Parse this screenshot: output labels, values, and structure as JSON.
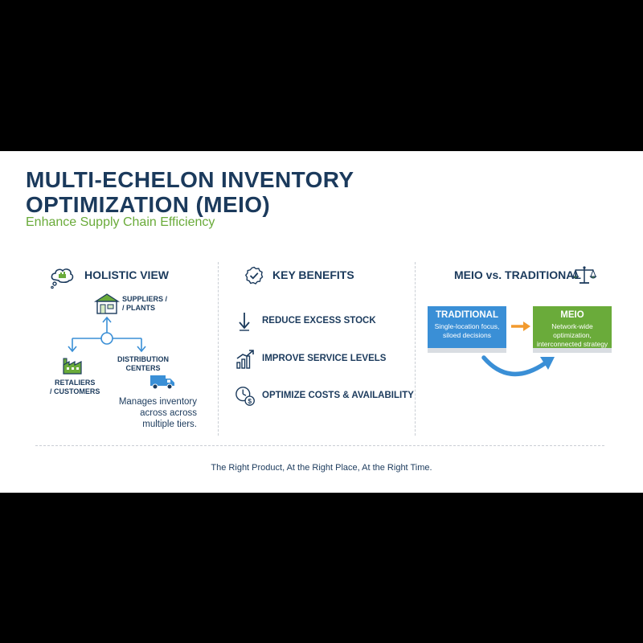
{
  "header": {
    "title_line1": "MULTI-ECHELON INVENTORY",
    "title_line2": "OPTIMIZATION (MEIO)",
    "subtitle": "Enhance Supply Chain Efficiency"
  },
  "holistic": {
    "title": "HOLISTIC VIEW",
    "suppliers_line1": "SUPPLIERS /",
    "suppliers_line2": "/ PLANTS",
    "distribution_line1": "DISTRIBUTION",
    "distribution_line2": "CENTERS",
    "retailers_line1": "RETALIERS",
    "retailers_line2": "/ CUSTOMERS",
    "desc_line1": "Manages inventory",
    "desc_line2": "across across",
    "desc_line3": "multiple tiers."
  },
  "benefits": {
    "title": "KEY BENEFITS",
    "items": [
      {
        "label": "REDUCE EXCESS STOCK",
        "icon": "down-arrow-icon"
      },
      {
        "label": "IMPROVE SERVICE LEVELS",
        "icon": "bar-chart-trend-icon"
      },
      {
        "label": "OPTIMIZE COSTS & AVAILABILITY",
        "icon": "clock-dollar-icon"
      }
    ]
  },
  "comparison": {
    "title": "MEIO vs. TRADITIONAL",
    "traditional": {
      "title": "TRADITIONAL",
      "desc_line1": "Single-location focus,",
      "desc_line2": "siloed decisions"
    },
    "meio": {
      "title": "MEIO",
      "desc_line1": "Network-wide optimization,",
      "desc_line2": "interconnected strategy"
    }
  },
  "footer": {
    "tagline": "The Right Product, At the Right Place, At the Right Time."
  },
  "colors": {
    "navy": "#1b3a5c",
    "green": "#6aab3a",
    "blue": "#3a8fd6",
    "orange": "#f29a2e",
    "traditional_card": "#3a8fd6",
    "meio_card": "#6aab3a"
  }
}
